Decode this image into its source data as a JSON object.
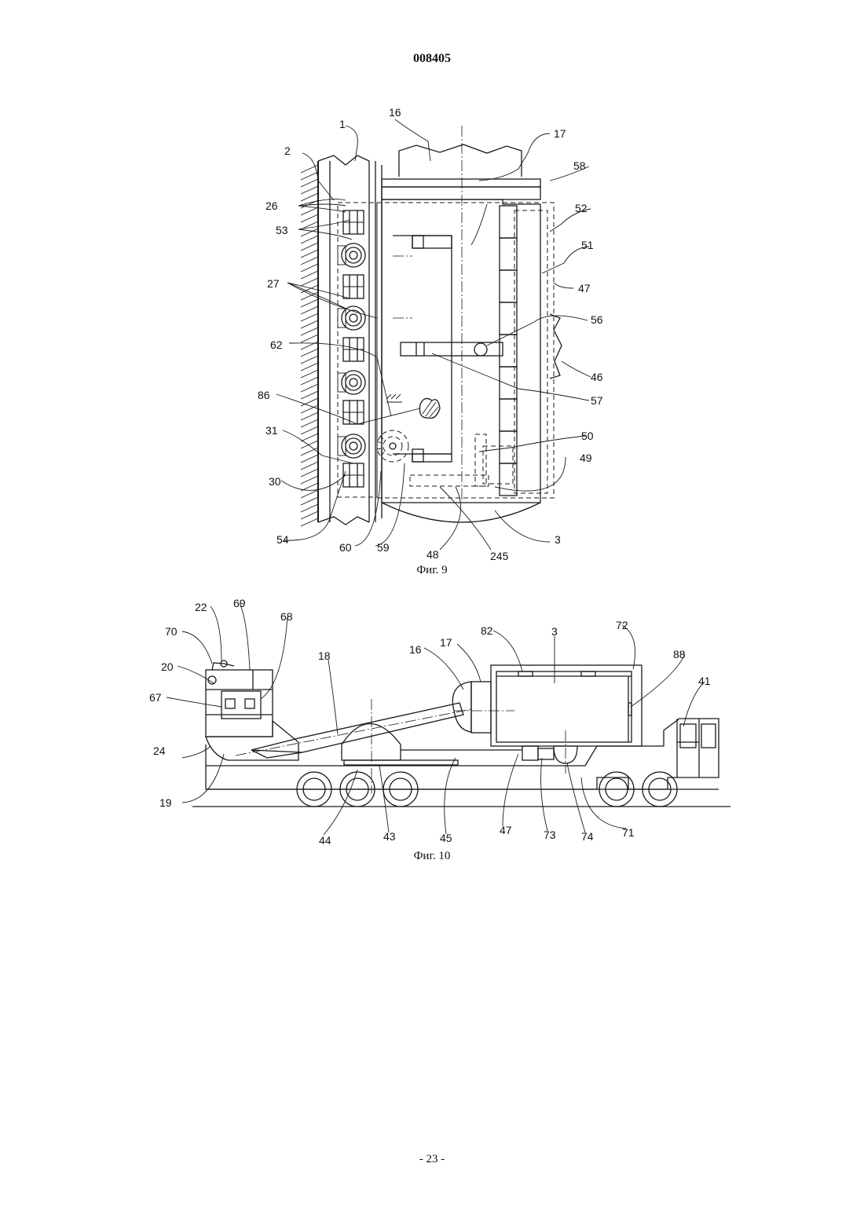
{
  "header": {
    "doc_number": "008405"
  },
  "figure9": {
    "caption": "Фиг. 9",
    "labels": [
      "1",
      "2",
      "16",
      "17",
      "58",
      "26",
      "53",
      "52",
      "51",
      "47",
      "27",
      "56",
      "62",
      "46",
      "86",
      "57",
      "31",
      "50",
      "49",
      "30",
      "54",
      "60",
      "59",
      "48",
      "245",
      "3"
    ]
  },
  "figure10": {
    "caption": "Фиг. 10",
    "labels": [
      "22",
      "69",
      "68",
      "70",
      "20",
      "67",
      "18",
      "16",
      "17",
      "82",
      "3",
      "72",
      "88",
      "41",
      "24",
      "19",
      "44",
      "43",
      "45",
      "47",
      "73",
      "74",
      "71"
    ]
  },
  "footer": {
    "page_number": "- 23 -"
  }
}
